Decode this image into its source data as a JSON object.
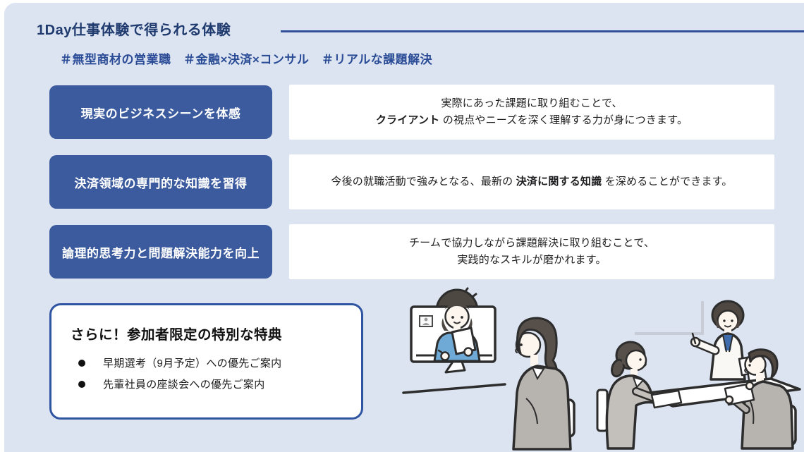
{
  "slide": {
    "title": "1Day仕事体験で得られる体験",
    "hashtags": "＃無型商材の営業職　＃金融×決済×コンサル　＃リアルな課題解決",
    "colors": {
      "background": "#dde4f1",
      "title_navy": "#1e3a6e",
      "hashtag_blue": "#2a4c96",
      "rule_blue": "#32519b",
      "label_box_blue": "#3b5b9e",
      "bonus_border_blue": "#2f55a2"
    }
  },
  "rows": [
    {
      "label": "現実のビジネスシーンを体感",
      "lines": [
        [
          {
            "text": "実際にあった課題に取り組むことで、",
            "bold": false
          }
        ],
        [
          {
            "text": "クライアント",
            "bold": true
          },
          {
            "text": " の視点やニーズを深く理解する力が身につきます。",
            "bold": false
          }
        ]
      ]
    },
    {
      "label": "決済領域の専門的な知識を習得",
      "lines": [
        [
          {
            "text": "今後の就職活動で強みとなる、最新の ",
            "bold": false
          },
          {
            "text": "決済に関する知識",
            "bold": true
          },
          {
            "text": " を深めることができます。",
            "bold": false
          }
        ]
      ]
    },
    {
      "label": "論理的思考力と問題解決能力を向上",
      "lines": [
        [
          {
            "text": "チームで協力しながら課題解決に取り組むことで、",
            "bold": false
          }
        ],
        [
          {
            "text": "実践的なスキルが磨かれます。",
            "bold": false
          }
        ]
      ]
    }
  ],
  "bonus": {
    "title": "さらに！参加者限定の特別な特典",
    "items": [
      "早期選考（9月予定）への優先ご案内",
      "先輩社員の座談会への優先ご案内"
    ]
  }
}
